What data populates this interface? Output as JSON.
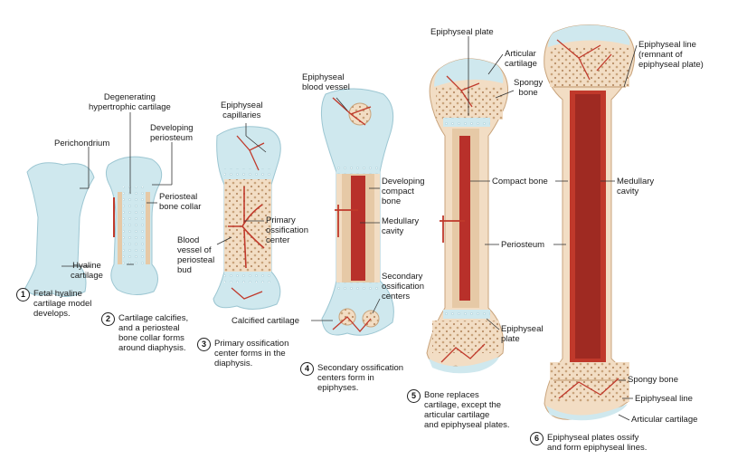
{
  "colors": {
    "cartilage": "#cfe8ee",
    "bone": "#f2ddc4",
    "bone_dark": "#e6c9a6",
    "vessel": "#c0392b",
    "marrow": "#b8302a",
    "line": "#333333"
  },
  "labels": {
    "perichondrium": "Perichondrium",
    "hyaline_cartilage": "Hyaline\ncartilage",
    "degenerating": "Degenerating\nhypertrophic cartilage",
    "developing_periosteum": "Developing\nperiosteum",
    "periosteal_collar": "Periosteal\nbone collar",
    "epiphyseal_capillaries": "Epiphyseal\ncapillaries",
    "primary_center": "Primary\nossification\ncenter",
    "blood_vessel": "Blood\nvessel of\nperiosteal\nbud",
    "calcified_cartilage": "Calcified cartilage",
    "epiphyseal_blood_vessel": "Epiphyseal\nblood vessel",
    "developing_compact": "Developing\ncompact\nbone",
    "medullary_cavity_4": "Medullary\ncavity",
    "secondary_centers": "Secondary\nossification\ncenters",
    "epiphyseal_plate_top": "Epiphyseal plate",
    "articular_cartilage_top": "Articular\ncartilage",
    "spongy_bone_top": "Spongy\nbone",
    "compact_bone": "Compact bone",
    "periosteum": "Periosteum",
    "epiphyseal_plate_bottom": "Epiphyseal\nplate",
    "epiphyseal_line_top": "Epiphyseal line\n(remnant of\nepiphyseal plate)",
    "medullary_cavity_6": "Medullary\ncavity",
    "spongy_bone_bottom": "Spongy bone",
    "epiphyseal_line_bottom": "Epiphyseal line",
    "articular_cartilage_bottom": "Articular cartilage"
  },
  "steps": [
    {
      "num": "1",
      "text": "Fetal hyaline\ncartilage model\ndevelops."
    },
    {
      "num": "2",
      "text": "Cartilage calcifies,\nand a periosteal\nbone collar forms\naround diaphysis."
    },
    {
      "num": "3",
      "text": "Primary ossification\ncenter forms in the\ndiaphysis."
    },
    {
      "num": "4",
      "text": "Secondary ossification\ncenters form in\nepiphyses."
    },
    {
      "num": "5",
      "text": "Bone replaces\ncartilage, except the\narticular cartilage\nand epiphyseal plates."
    },
    {
      "num": "6",
      "text": "Epiphyseal plates ossify\nand form epiphyseal lines."
    }
  ]
}
